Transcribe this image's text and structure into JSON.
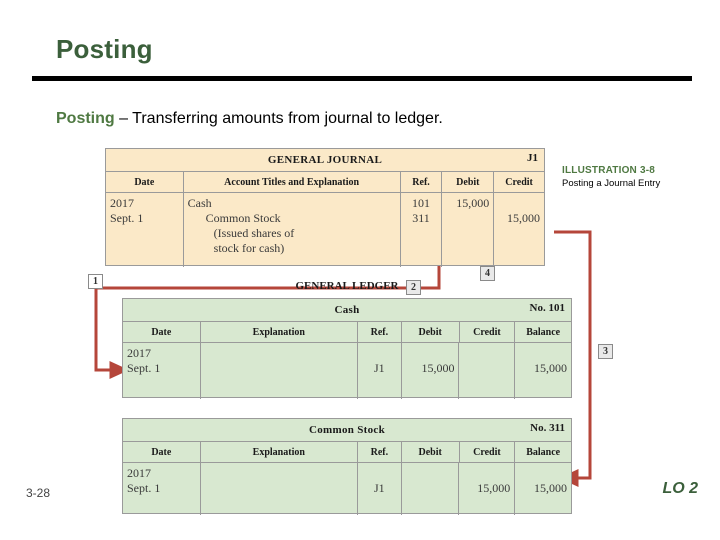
{
  "slide": {
    "title": "Posting",
    "subtitle_highlight": "Posting",
    "subtitle_rest": " – Transferring amounts from journal to ledger.",
    "slide_number": "3-28",
    "lo_label": "LO 2",
    "accent_color": "#4f7942",
    "arrow_color": "#b5463a"
  },
  "illustration": {
    "title": "ILLUSTRATION 3-8",
    "subtitle": "Posting a Journal Entry"
  },
  "journal": {
    "band_title": "GENERAL JOURNAL",
    "band_right": "J1",
    "headers": [
      "Date",
      "Account Titles and Explanation",
      "Ref.",
      "Debit",
      "Credit"
    ],
    "date_lines": [
      "2017",
      "Sept. 1"
    ],
    "account_lines": [
      "Cash",
      "Common Stock",
      "(Issued shares of",
      "stock for cash)"
    ],
    "ref_lines": [
      "101",
      "311"
    ],
    "debit_lines": [
      "15,000"
    ],
    "credit_lines": [
      "",
      "15,000"
    ]
  },
  "ledger_header": "GENERAL LEDGER",
  "ledger_cash": {
    "band_title": "Cash",
    "band_right": "No. 101",
    "headers": [
      "Date",
      "Explanation",
      "Ref.",
      "Debit",
      "Credit",
      "Balance"
    ],
    "date_lines": [
      "2017",
      "Sept. 1"
    ],
    "explanation": "",
    "ref": "J1",
    "debit": "15,000",
    "credit": "",
    "balance": "15,000"
  },
  "ledger_common_stock": {
    "band_title": "Common Stock",
    "band_right": "No. 311",
    "headers": [
      "Date",
      "Explanation",
      "Ref.",
      "Debit",
      "Credit",
      "Balance"
    ],
    "date_lines": [
      "2017",
      "Sept. 1"
    ],
    "explanation": "",
    "ref": "J1",
    "debit": "",
    "credit": "15,000",
    "balance": "15,000"
  },
  "steps": {
    "one": "1",
    "two": "2",
    "three": "3",
    "four": "4"
  }
}
